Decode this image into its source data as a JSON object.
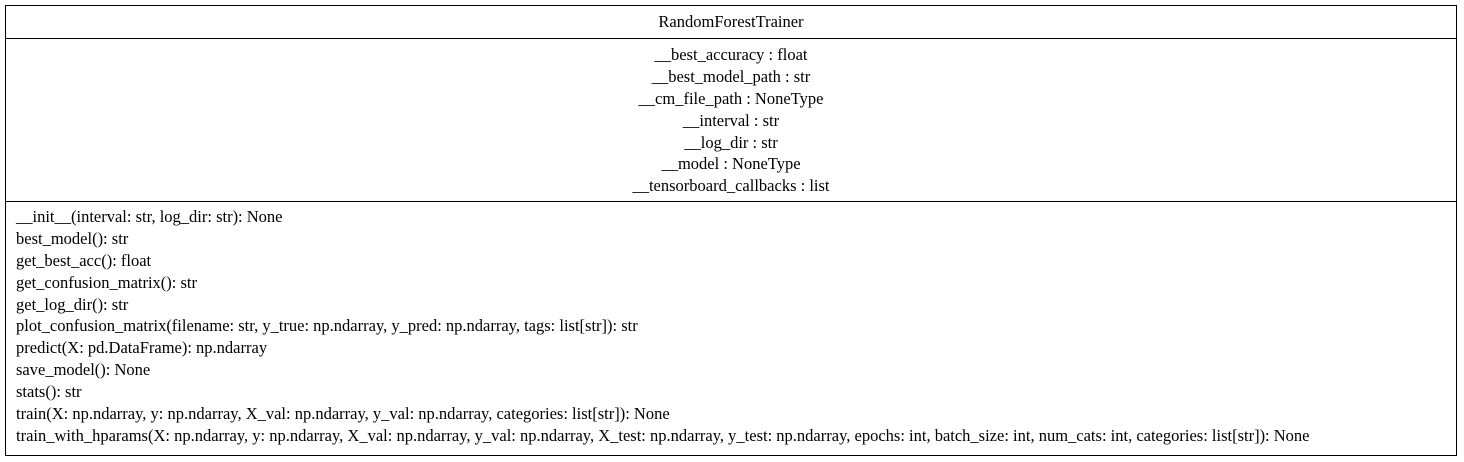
{
  "class": {
    "name": "RandomForestTrainer",
    "attributes": [
      "__best_accuracy : float",
      "__best_model_path : str",
      "__cm_file_path : NoneType",
      "__interval : str",
      "__log_dir : str",
      "__model : NoneType",
      "__tensorboard_callbacks : list"
    ],
    "methods": [
      "__init__(interval: str, log_dir: str): None",
      "best_model(): str",
      "get_best_acc(): float",
      "get_confusion_matrix(): str",
      "get_log_dir(): str",
      "plot_confusion_matrix(filename: str, y_true: np.ndarray, y_pred: np.ndarray, tags: list[str]): str",
      "predict(X: pd.DataFrame): np.ndarray",
      "save_model(): None",
      "stats(): str",
      "train(X: np.ndarray, y: np.ndarray, X_val: np.ndarray, y_val: np.ndarray, categories: list[str]): None",
      "train_with_hparams(X: np.ndarray, y: np.ndarray, X_val: np.ndarray, y_val: np.ndarray, X_test: np.ndarray, y_test: np.ndarray, epochs: int, batch_size: int, num_cats: int, categories: list[str]): None"
    ]
  }
}
